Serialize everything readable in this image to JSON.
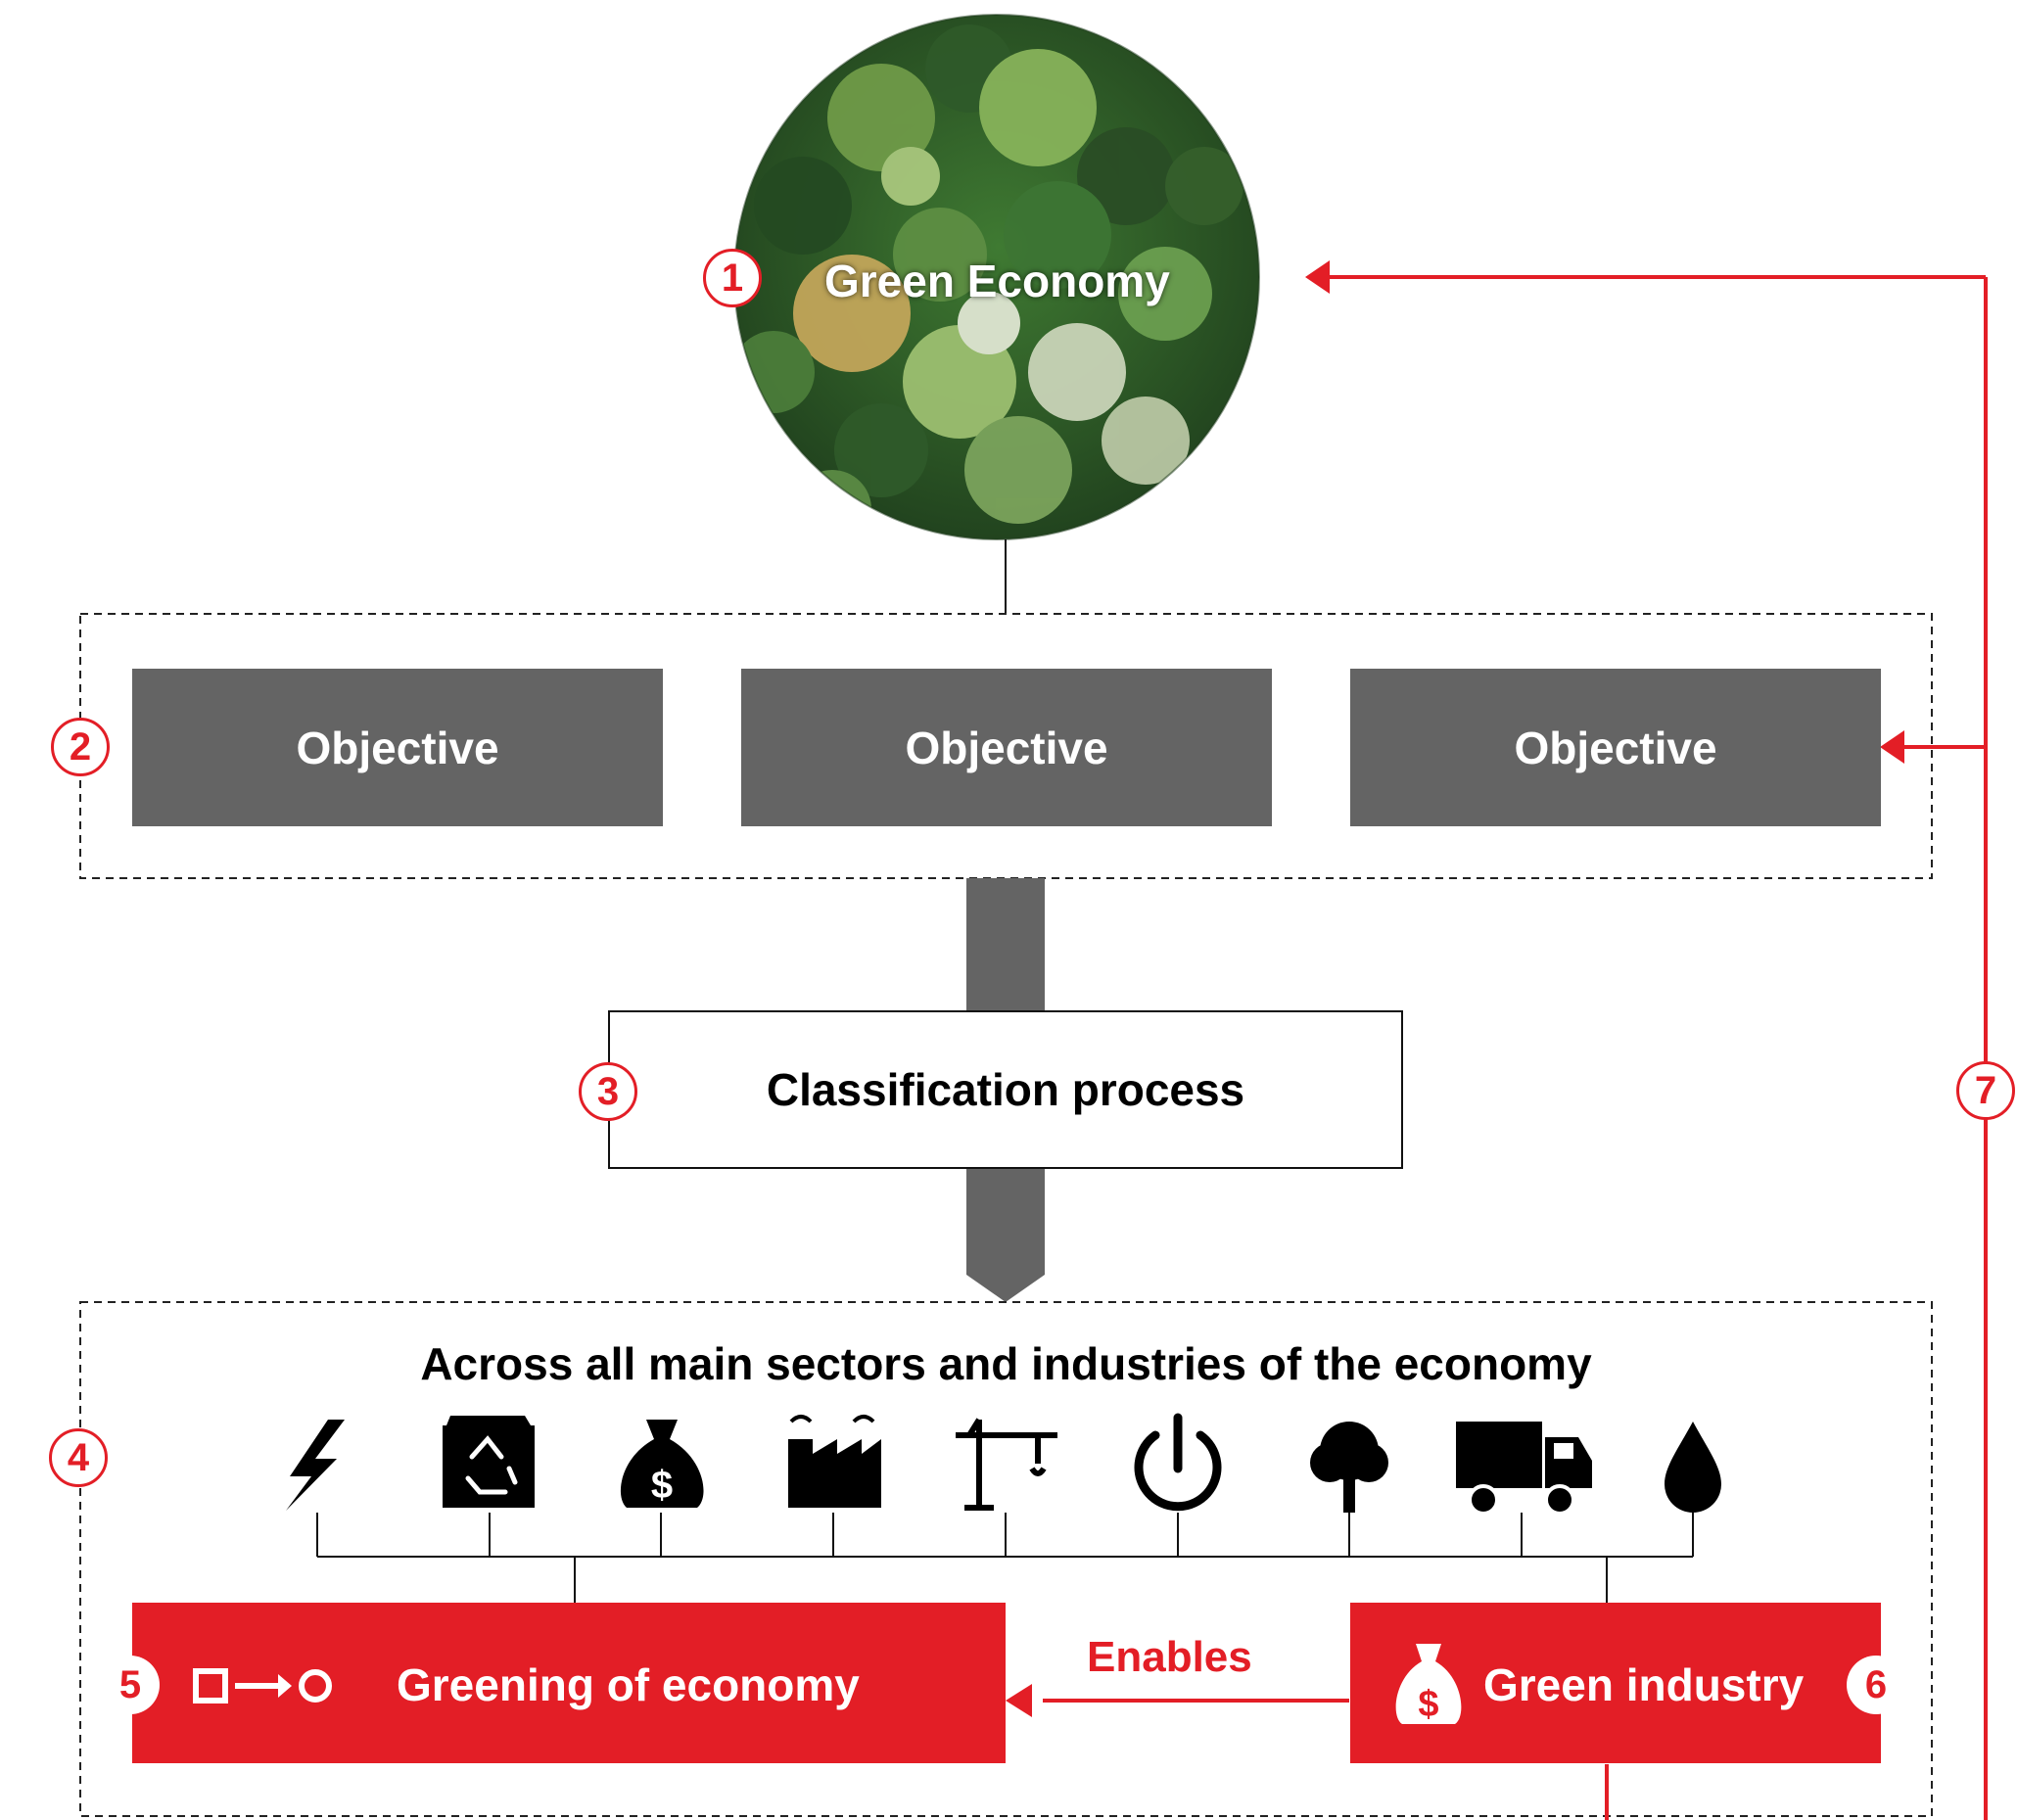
{
  "colors": {
    "accent": "#e31e26",
    "objective_fill": "#646464",
    "dashed_border": "#222222"
  },
  "node1": {
    "badge": "1",
    "title": "Green Economy",
    "image": "aerial forest treetops"
  },
  "node2": {
    "badge": "2",
    "objectives": [
      "Objective",
      "Objective",
      "Objective"
    ]
  },
  "node3": {
    "badge": "3",
    "title": "Classification process"
  },
  "node4": {
    "badge": "4",
    "title": "Across all main sectors and industries of the economy",
    "sector_icons": [
      "lightning-icon",
      "recycle-bin-icon",
      "money-bag-icon",
      "factory-icon",
      "crane-icon",
      "power-icon",
      "tree-icon",
      "truck-icon",
      "water-drop-icon"
    ]
  },
  "node5": {
    "badge": "5",
    "title": "Greening of economy",
    "icon": "square-arrow-circle-icon"
  },
  "node6": {
    "badge": "6",
    "title": "Green industry",
    "icon": "money-bag-icon"
  },
  "relation": {
    "label": "Enables"
  },
  "node7": {
    "badge": "7"
  }
}
